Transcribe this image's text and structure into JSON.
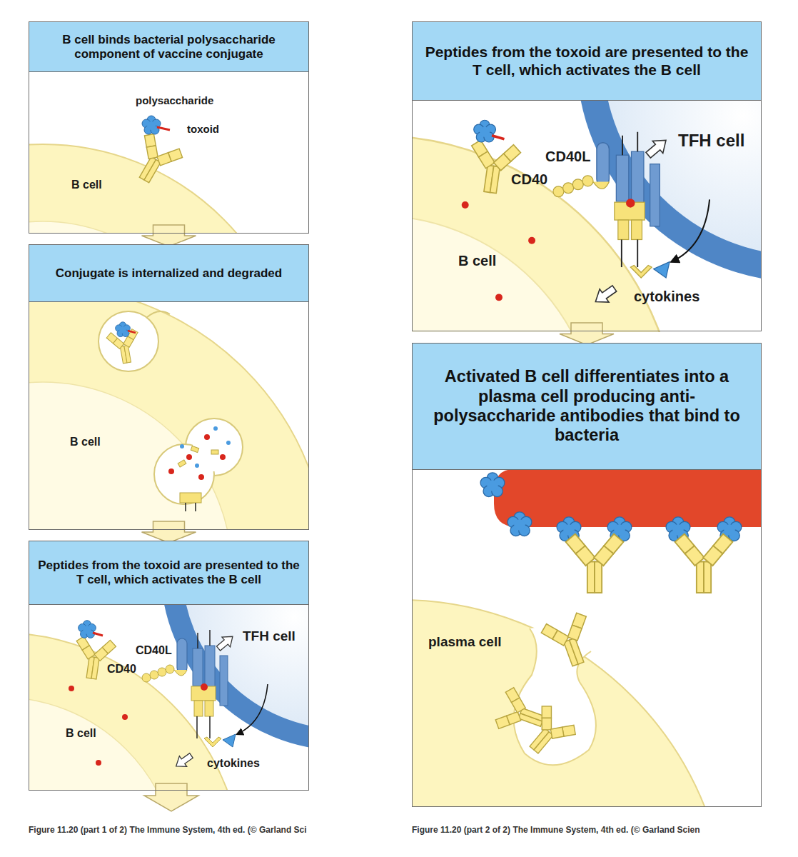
{
  "diagram": {
    "nodes": [
      {
        "text": [
          "B cell binds bacterial polysaccharide component of vaccine conjugate"
        ]
      },
      {
        "text": [
          "Conjugate is internalized and degraded"
        ]
      },
      {
        "text": [
          "Peptides from the toxoid are presented to the T cell, which activates the B cell"
        ]
      },
      {
        "text": [
          "Peptides from the toxoid are presented to the T cell, which activates the B cell"
        ]
      },
      {
        "text": [
          "Activated B cell differentiates into a plasma cell producing anti-polysaccharide antibodies that bind to bacteria"
        ]
      }
    ],
    "edges": [
      {
        "from": 0,
        "to": 1,
        "arrow": "to"
      },
      {
        "from": 1,
        "to": 2,
        "arrow": "to"
      },
      {
        "from": 3,
        "to": 4,
        "arrow": "to"
      }
    ],
    "labels": [
      "polysaccharide",
      "toxoid",
      "B cell",
      "B cell",
      "CD40L",
      "CD40",
      "TFH cell",
      "B cell",
      "cytokines",
      "CD40L",
      "CD40",
      "TFH cell",
      "B cell",
      "cytokines",
      "plasma cell",
      "Figure 11.20 (part 1 of 2) The Immune System, 4th ed. (© Garland Sci",
      "Figure 11.20 (part 2 of 2) The Immune System, 4th ed. (© Garland Scien"
    ]
  }
}
